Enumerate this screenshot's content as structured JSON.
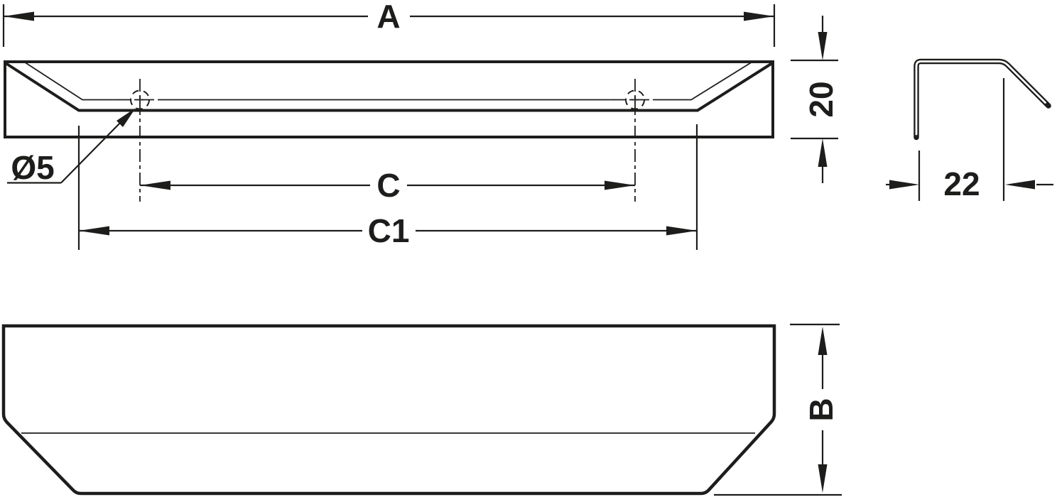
{
  "labels": {
    "overall_length": "A",
    "front_height": "20",
    "hole_diameter": "Ø5",
    "hole_distance": "C",
    "outer_span": "C1",
    "profile_depth": "22",
    "handle_depth": "B"
  },
  "colors": {
    "line": "#1d1d1b",
    "background": "#ffffff"
  }
}
